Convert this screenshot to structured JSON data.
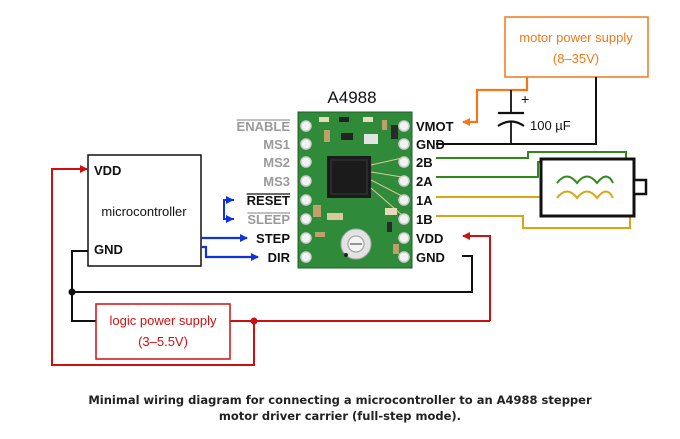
{
  "title": "A4988",
  "labels": {
    "motor_supply_line1": "motor power supply",
    "motor_supply_line2": "(8–35V)",
    "logic_supply_line1": "logic power supply",
    "logic_supply_line2": "(3–5.5V)",
    "capacitor": "100 µF",
    "cap_plus": "+",
    "micro_vdd": "VDD",
    "micro_name": "microcontroller",
    "micro_gnd": "GND"
  },
  "left_pins": [
    "ENABLE",
    "MS1",
    "MS2",
    "MS3",
    "RESET",
    "SLEEP",
    "STEP",
    "DIR"
  ],
  "right_pins": [
    "VMOT",
    "GND",
    "2B",
    "2A",
    "1A",
    "1B",
    "VDD",
    "GND"
  ],
  "caption_line1": "Minimal wiring diagram for connecting a microcontroller to an A4988 stepper",
  "caption_line2": "motor driver carrier (full-step mode).",
  "colors": {
    "orange": "#f07818",
    "red": "#cc1111",
    "blue": "#1133dd",
    "green": "#2f8a1a",
    "yellow": "#d9a514",
    "board": "#2f8a3a",
    "disabled_pin": "#9a9a9a"
  }
}
